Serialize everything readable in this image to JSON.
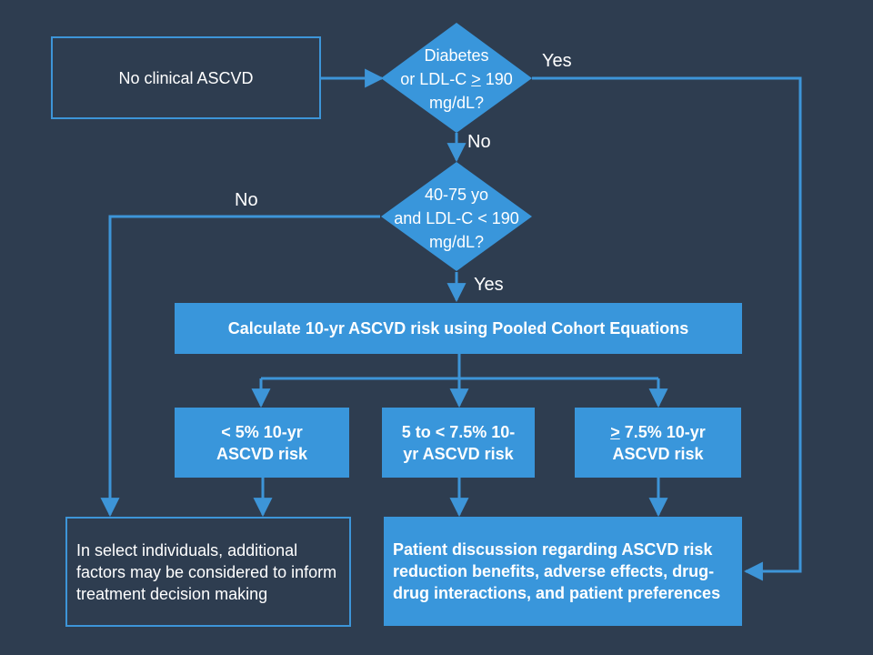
{
  "colors": {
    "background": "#2e3d50",
    "accent": "#3996db"
  },
  "nodes": {
    "start": "No clinical ASCVD",
    "decision1": {
      "line1": "Diabetes",
      "line2_pre": "or LDL-C ",
      "line2_sym": ">",
      "line2_post": " 190",
      "line3": "mg/dL?"
    },
    "decision2": {
      "line1": "40-75 yo",
      "line2": "and LDL-C < 190",
      "line3": "mg/dL?"
    },
    "calculate": "Calculate 10-yr ASCVD risk using Pooled Cohort Equations",
    "risk_low": {
      "line1": "< 5% 10-yr",
      "line2": "ASCVD risk"
    },
    "risk_mid": {
      "line1": "5 to < 7.5% 10-",
      "line2": "yr ASCVD risk"
    },
    "risk_high": {
      "line1_sym": ">",
      "line1_post": " 7.5% 10-yr",
      "line2": "ASCVD risk"
    },
    "select_individuals": "In select individuals, additional factors may be considered to inform treatment decision making",
    "patient_discussion": "Patient discussion regarding ASCVD risk reduction benefits, adverse effects, drug-drug interactions, and patient preferences"
  },
  "labels": {
    "d1_yes": "Yes",
    "d1_no": "No",
    "d2_no": "No",
    "d2_yes": "Yes"
  }
}
